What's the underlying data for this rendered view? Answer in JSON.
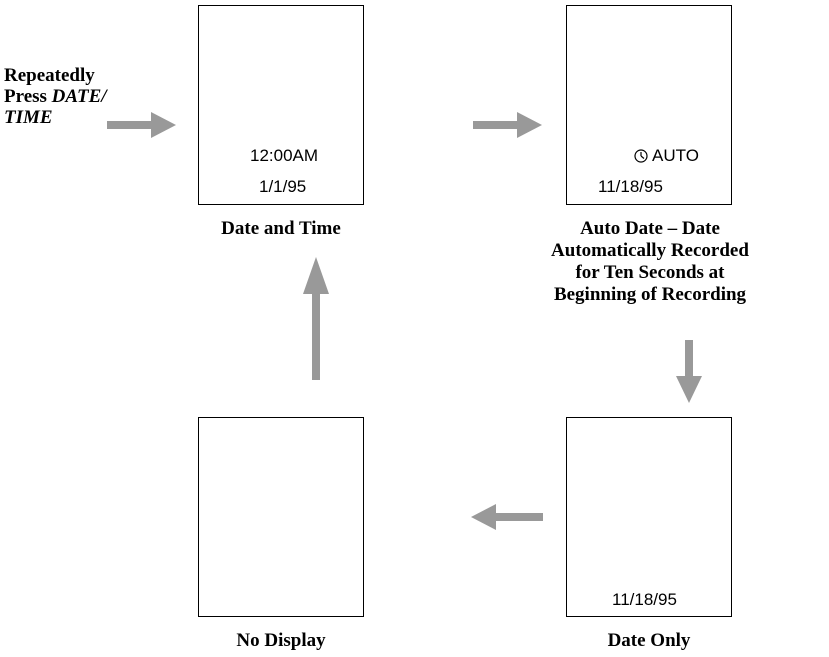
{
  "instruction": {
    "prefix_line1": "Repeatedly",
    "prefix_line2": "Press ",
    "button_name_part1": "DATE/",
    "button_name_part2": "TIME"
  },
  "panels": {
    "date_and_time": {
      "time": "12:00AM",
      "date": "1/1/95",
      "caption": "Date and Time"
    },
    "auto_date": {
      "mode_icon": "clock-icon",
      "mode": "AUTO",
      "date": "11/18/95",
      "caption_lines": [
        "Auto Date – Date",
        "Automatically Recorded",
        "for Ten Seconds at",
        "Beginning of Recording"
      ]
    },
    "date_only": {
      "date": "11/18/95",
      "caption": "Date Only"
    },
    "no_display": {
      "caption": "No Display"
    }
  },
  "colors": {
    "arrow": "#999999",
    "border": "#000000",
    "text": "#000000"
  }
}
